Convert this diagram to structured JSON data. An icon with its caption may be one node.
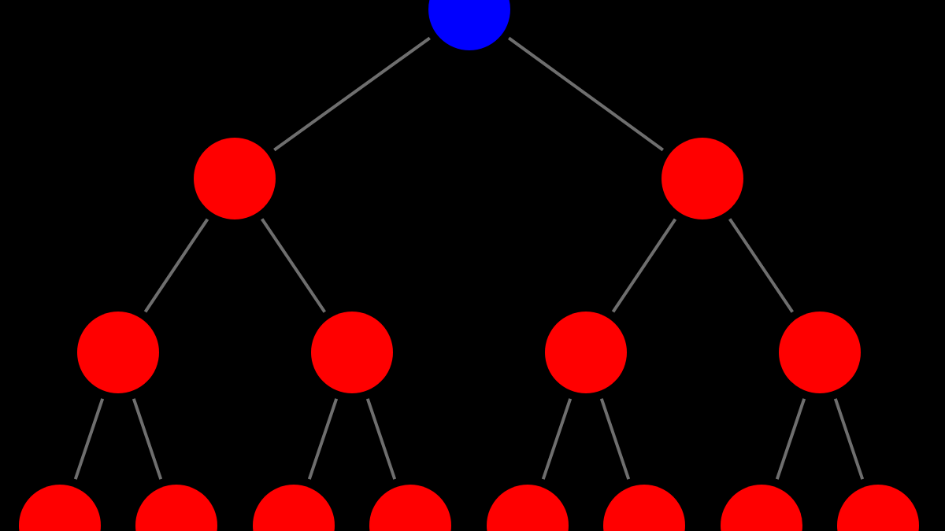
{
  "diagram": {
    "nodes": [
      {
        "text": [],
        "shape": "circle"
      },
      {
        "text": [],
        "shape": "circle"
      },
      {
        "text": [],
        "shape": "circle"
      },
      {
        "text": [],
        "shape": "circle"
      },
      {
        "text": [],
        "shape": "circle"
      },
      {
        "text": [],
        "shape": "circle"
      },
      {
        "text": [],
        "shape": "circle"
      },
      {
        "text": [],
        "shape": "circle"
      },
      {
        "text": [],
        "shape": "circle"
      },
      {
        "text": [],
        "shape": "circle"
      },
      {
        "text": [],
        "shape": "circle"
      },
      {
        "text": [],
        "shape": "circle"
      },
      {
        "text": [],
        "shape": "circle"
      },
      {
        "text": [],
        "shape": "circle"
      },
      {
        "text": [],
        "shape": "circle"
      }
    ],
    "edges": [
      {
        "from": 0,
        "to": 1,
        "arrow": "none"
      },
      {
        "from": 0,
        "to": 2,
        "arrow": "none"
      },
      {
        "from": 1,
        "to": 3,
        "arrow": "none"
      },
      {
        "from": 1,
        "to": 4,
        "arrow": "none"
      },
      {
        "from": 2,
        "to": 5,
        "arrow": "none"
      },
      {
        "from": 2,
        "to": 6,
        "arrow": "none"
      },
      {
        "from": 3,
        "to": 7,
        "arrow": "none"
      },
      {
        "from": 3,
        "to": 8,
        "arrow": "none"
      },
      {
        "from": 4,
        "to": 9,
        "arrow": "none"
      },
      {
        "from": 4,
        "to": 10,
        "arrow": "none"
      },
      {
        "from": 5,
        "to": 11,
        "arrow": "none"
      },
      {
        "from": 5,
        "to": 12,
        "arrow": "none"
      },
      {
        "from": 6,
        "to": 13,
        "arrow": "none"
      },
      {
        "from": 6,
        "to": 14,
        "arrow": "none"
      }
    ]
  }
}
